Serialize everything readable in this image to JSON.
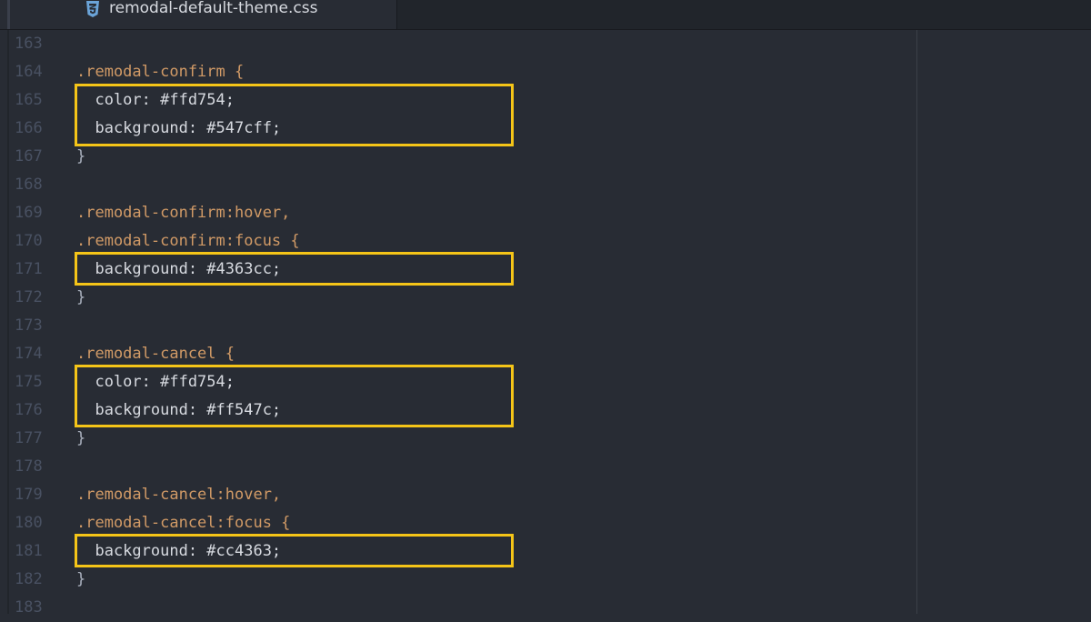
{
  "tab": {
    "filename": "remodal-default-theme.css",
    "icon": "css3-icon"
  },
  "highlight_color": "#f5c518",
  "lines": [
    {
      "num": "163",
      "code": ""
    },
    {
      "num": "164",
      "code": ".remodal-confirm {"
    },
    {
      "num": "165",
      "code": "  color: #ffd754;"
    },
    {
      "num": "166",
      "code": "  background: #547cff;"
    },
    {
      "num": "167",
      "code": "}"
    },
    {
      "num": "168",
      "code": ""
    },
    {
      "num": "169",
      "code": ".remodal-confirm:hover,"
    },
    {
      "num": "170",
      "code": ".remodal-confirm:focus {"
    },
    {
      "num": "171",
      "code": "  background: #4363cc;"
    },
    {
      "num": "172",
      "code": "}"
    },
    {
      "num": "173",
      "code": ""
    },
    {
      "num": "174",
      "code": ".remodal-cancel {"
    },
    {
      "num": "175",
      "code": "  color: #ffd754;"
    },
    {
      "num": "176",
      "code": "  background: #ff547c;"
    },
    {
      "num": "177",
      "code": "}"
    },
    {
      "num": "178",
      "code": ""
    },
    {
      "num": "179",
      "code": ".remodal-cancel:hover,"
    },
    {
      "num": "180",
      "code": ".remodal-cancel:focus {"
    },
    {
      "num": "181",
      "code": "  background: #cc4363;"
    },
    {
      "num": "182",
      "code": "}"
    },
    {
      "num": "183",
      "code": ""
    }
  ]
}
